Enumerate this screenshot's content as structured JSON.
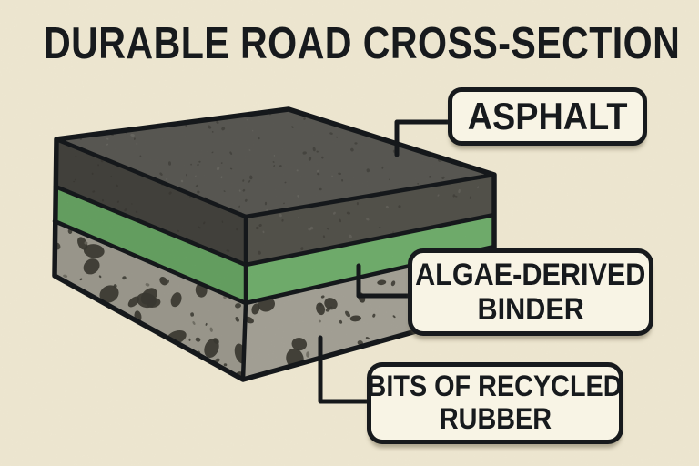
{
  "title": "DURABLE ROAD CROSS-SECTION",
  "labels": {
    "asphalt": {
      "text": "ASPHALT",
      "lines": [
        "ASPHALT"
      ]
    },
    "binder": {
      "text": "ALGAE-DERIVED BINDER",
      "lines": [
        "ALGAE-DERIVED",
        "BINDER"
      ]
    },
    "rubber": {
      "text": "BITS OF RECYCLED RUBBER",
      "lines": [
        "BITS OF RECYCLED",
        "RUBBER"
      ]
    }
  },
  "layers": [
    {
      "name": "asphalt",
      "top_color": "#5d5c56",
      "left_color": "#45443f",
      "right_color": "#56554e"
    },
    {
      "name": "algae-derived binder",
      "left_color": "#69a765",
      "right_color": "#75b471"
    },
    {
      "name": "recycled rubber base",
      "left_color": "#a19e92",
      "right_color": "#aba89c",
      "speckle_dark": "#3d3c34",
      "speckle_mid": "#6e6c61"
    }
  ],
  "colors": {
    "background": "#faf3dc",
    "outline": "#171a1d",
    "label_box_fill": "#f8f4e5",
    "asphalt_fleck_dark": "#35342f",
    "asphalt_fleck_light": "#797871"
  }
}
